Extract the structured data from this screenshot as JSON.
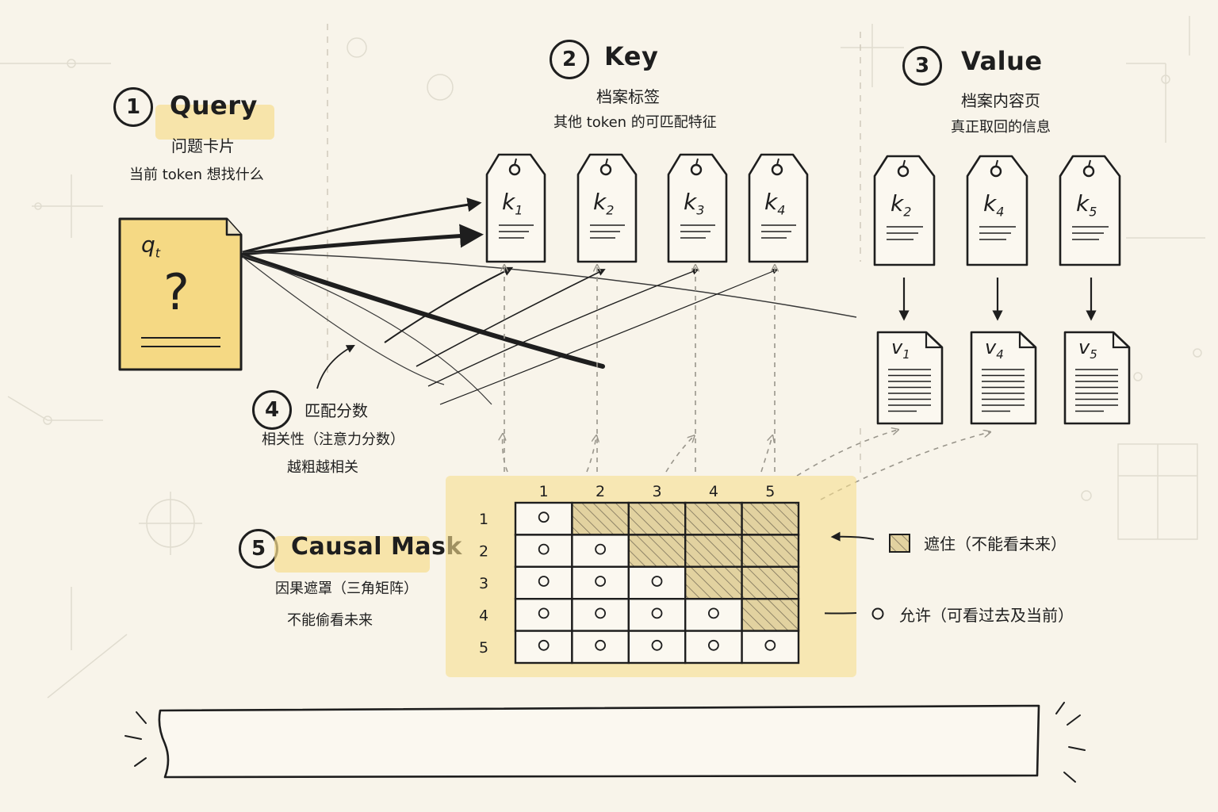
{
  "query": {
    "number": "1",
    "title": "Query",
    "subtitle": "问题卡片",
    "desc": "当前 token 想找什么",
    "card_label": "q",
    "card_label_sub": "t",
    "card_symbol": "?"
  },
  "key": {
    "number": "2",
    "title": "Key",
    "subtitle": "档案标签",
    "desc": "其他 token 的可匹配特征",
    "tags": [
      {
        "label": "k",
        "sub": "1"
      },
      {
        "label": "k",
        "sub": "2"
      },
      {
        "label": "k",
        "sub": "3"
      },
      {
        "label": "k",
        "sub": "4"
      }
    ]
  },
  "value": {
    "number": "3",
    "title": "Value",
    "subtitle": "档案内容页",
    "desc": "真正取回的信息",
    "tags": [
      {
        "label": "k",
        "sub": "2"
      },
      {
        "label": "k",
        "sub": "4"
      },
      {
        "label": "k",
        "sub": "5"
      }
    ],
    "docs": [
      {
        "label": "v",
        "sub": "1"
      },
      {
        "label": "v",
        "sub": "4"
      },
      {
        "label": "v",
        "sub": "5"
      }
    ]
  },
  "score": {
    "number": "4",
    "title": "匹配分数",
    "subtitle": "相关性（注意力分数）",
    "desc": "越粗越相关"
  },
  "mask": {
    "number": "5",
    "title": "Causal Mask",
    "subtitle": "因果遮罩（三角矩阵）",
    "desc": "不能偷看未来",
    "col_labels": [
      "1",
      "2",
      "3",
      "4",
      "5"
    ],
    "row_labels": [
      "1",
      "2",
      "3",
      "4",
      "5"
    ],
    "legend_masked": "遮住（不能看未来）",
    "legend_allowed": "允许（可看过去及当前）"
  },
  "colors": {
    "paper": "#f8f4ea",
    "highlight": "#f6dd8e",
    "card": "#f5d984",
    "ink": "#1e1e1e",
    "hatch": "#e2d2a0"
  }
}
